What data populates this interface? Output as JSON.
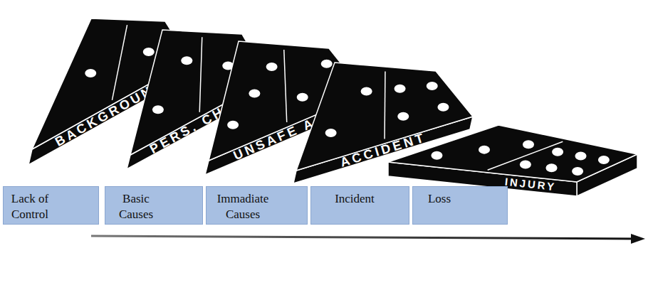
{
  "diagram": {
    "nodes": [
      {
        "text": [
          "BACKGROUND"
        ]
      },
      {
        "text": [
          "PERS. CHAR"
        ]
      },
      {
        "text": [
          "UNSAFE A&C"
        ]
      },
      {
        "text": [
          "ACCIDENT"
        ]
      },
      {
        "text": [
          "INJURY"
        ]
      },
      {
        "text": [
          "Lack of Control"
        ]
      },
      {
        "text": [
          "Basic Causes"
        ]
      },
      {
        "text": [
          "Immadiate Causes"
        ]
      },
      {
        "text": [
          "Incident"
        ]
      },
      {
        "text": [
          "Loss"
        ]
      }
    ]
  }
}
